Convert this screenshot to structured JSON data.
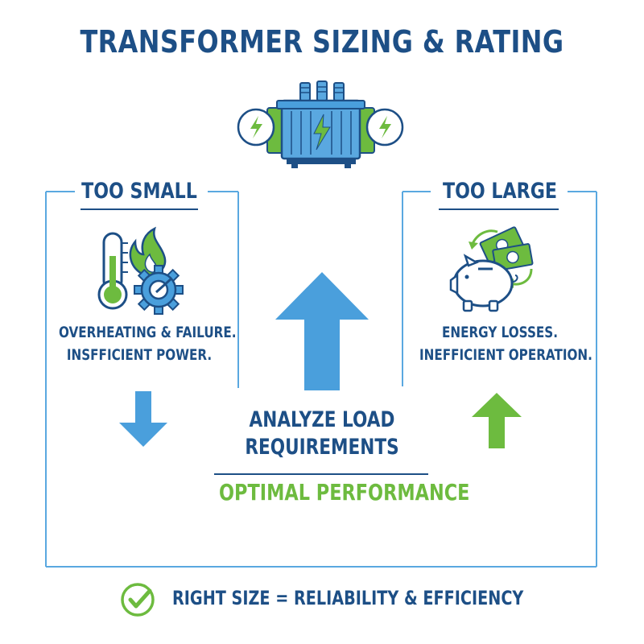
{
  "title": "TRANSFORMER SIZING & RATING",
  "left_panel": {
    "heading": "TOO SMALL",
    "line1": "OVERHEATING & FAILURE.",
    "line2": "INSFFICIENT POWER."
  },
  "right_panel": {
    "heading": "TOO LARGE",
    "line1": "ENERGY LOSSES.",
    "line2": "INEFFICIENT OPERATION."
  },
  "center": {
    "line1": "ANALYZE LOAD",
    "line2": "REQUIREMENTS"
  },
  "optimal": "OPTIMAL PERFORMANCE",
  "footer": "RIGHT SIZE = RELIABILITY & EFFICIENCY",
  "colors": {
    "navy": "#1d4f86",
    "blue": "#4a9fdc",
    "green": "#6dbb3f",
    "frame": "#5aa8e0"
  },
  "icons": [
    "transformer-icon",
    "thermometer-icon",
    "flame-icon",
    "gear-icon",
    "piggy-bank-icon",
    "money-icon",
    "down-arrow-icon",
    "up-arrow-icon",
    "check-icon"
  ]
}
